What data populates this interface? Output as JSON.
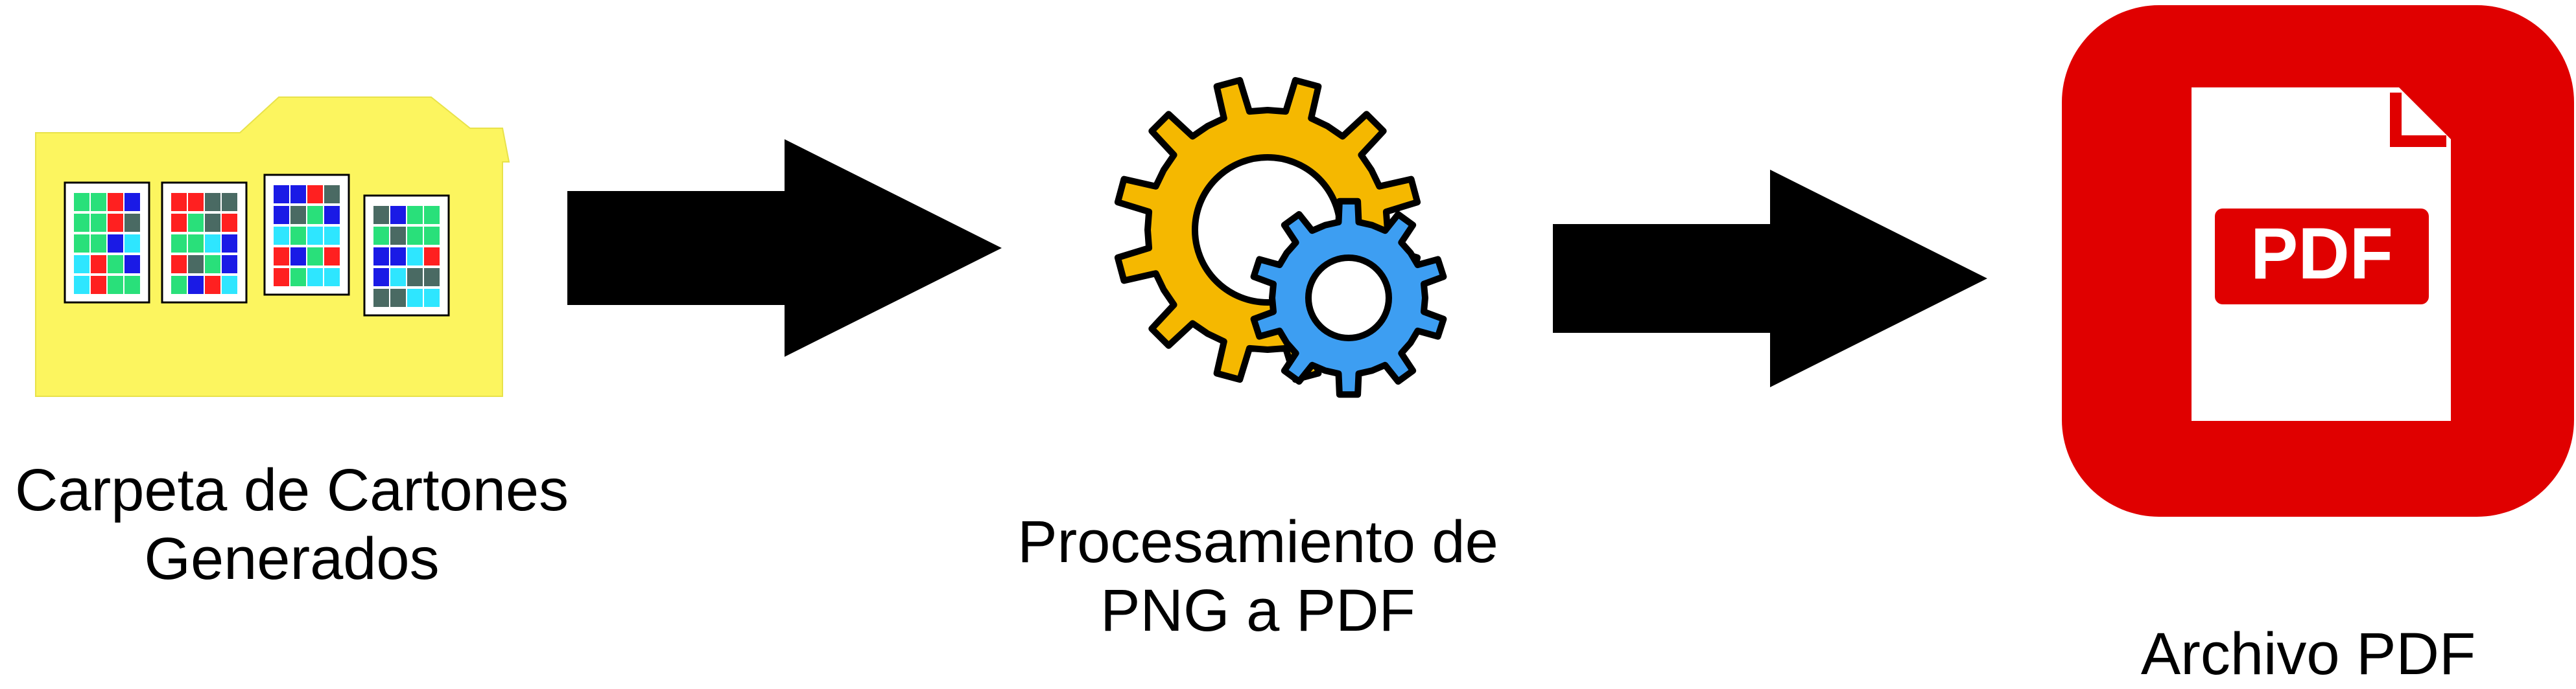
{
  "steps": [
    {
      "label": "Carpeta de Cartones\nGenerados",
      "icon": "folder-icon"
    },
    {
      "label": "Procesamiento de\nPNG a PDF",
      "icon": "gears-icon"
    },
    {
      "label": "Archivo PDF",
      "icon": "pdf-file-icon"
    }
  ],
  "pdf_badge": "PDF",
  "colors": {
    "folder": "#fcf55f",
    "arrow": "#000000",
    "gear_large": "#f5b800",
    "gear_small": "#3d9ef2",
    "pdf_red": "#e00000",
    "page": "#ffffff"
  },
  "card_grid_colors": [
    "#ff2020",
    "#1a1ae6",
    "#29e07a",
    "#2ee6ff",
    "#4a6a63"
  ]
}
